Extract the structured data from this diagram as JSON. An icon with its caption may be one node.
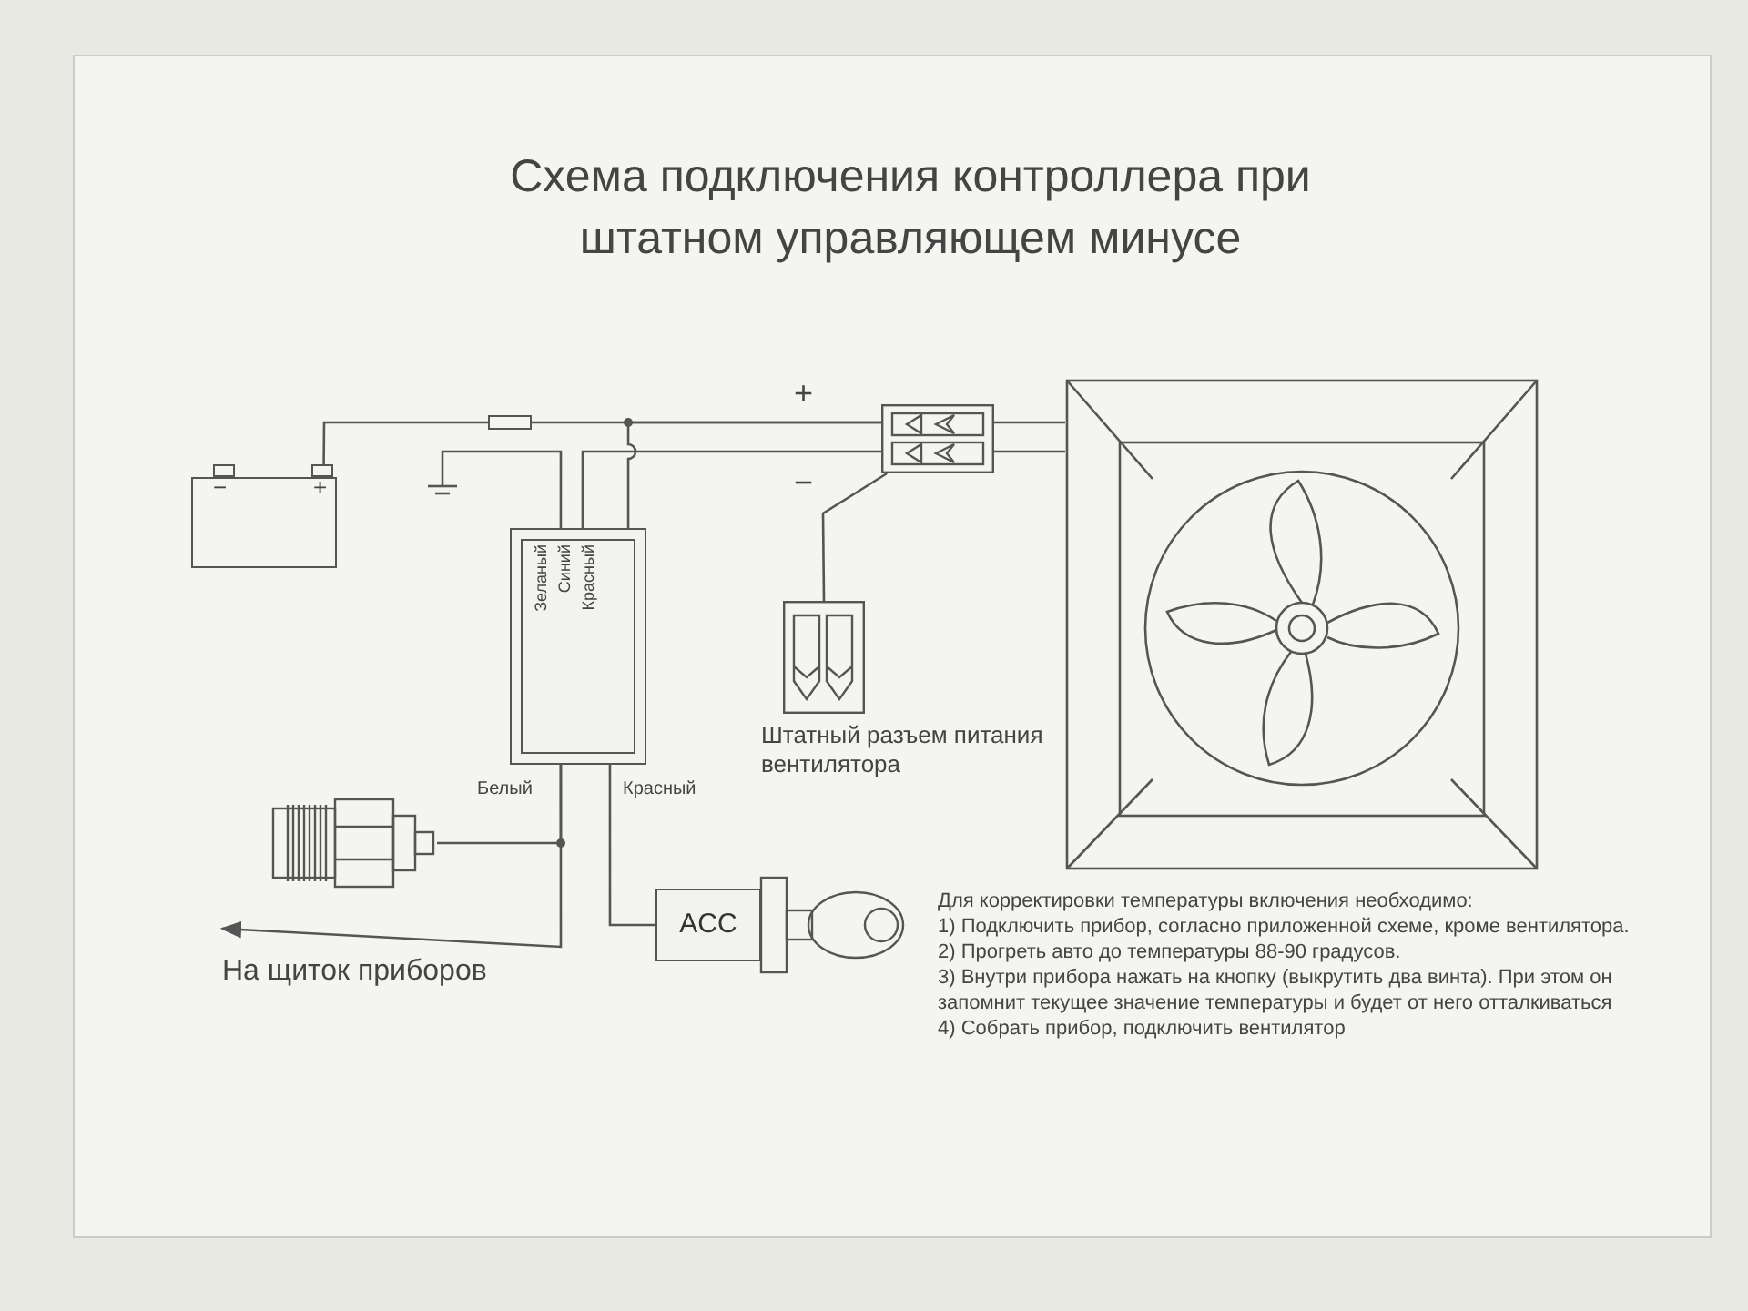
{
  "diagram": {
    "title": "Схема подключения контроллера при штатном управляющем минусе",
    "nodes": [
      {
        "text": [
          "−",
          "+"
        ]
      },
      {
        "text": [],
        "shape": "box"
      },
      {
        "text": [],
        "shape": "ground"
      },
      {
        "text": [
          "Зеланый",
          "Синий",
          "Красный"
        ]
      },
      {
        "text": [],
        "shape": "box"
      },
      {
        "text": [],
        "shape": "box",
        "beside": [
          "Штатный разъем питания вентилятора"
        ]
      },
      {
        "text": [],
        "shape": "picture"
      },
      {
        "text": [],
        "shape": "picture"
      },
      {
        "text": [
          "ACC"
        ]
      }
    ],
    "edges": [
      {
        "from": 0,
        "to": 1,
        "arrow": "none"
      },
      {
        "from": 1,
        "to": 4,
        "arrow": "none",
        "label": "+"
      },
      {
        "from": 2,
        "to": 3,
        "arrow": "none"
      },
      {
        "from": 3,
        "to": 4,
        "arrow": "none",
        "label": "−"
      },
      {
        "from": 3,
        "to": 4,
        "arrow": "none"
      },
      {
        "from": 4,
        "to": 6,
        "arrow": "none"
      },
      {
        "from": 5,
        "to": 4,
        "arrow": "none"
      },
      {
        "from": 7,
        "to": 3,
        "arrow": "none",
        "label": "Белый"
      },
      {
        "from": 3,
        "to": 8,
        "arrow": "none",
        "label": "Красный"
      },
      {
        "from": 3,
        "to": null,
        "arrow": "to",
        "label": "На щиток приборов"
      }
    ],
    "labels": [
      "Для корректировки температуры включения необходимо:",
      "1) Подключить прибор, согласно приложенной схеме, кроме вентилятора.",
      "2) Прогреть авто до температуры 88-90 градусов.",
      "3) Внутри прибора нажать на кнопку (выкрутить два винта). При этом он запомнит текущее значение температуры и будет от него отталкиваться",
      "4) Собрать прибор, подключить вентилятор"
    ]
  }
}
